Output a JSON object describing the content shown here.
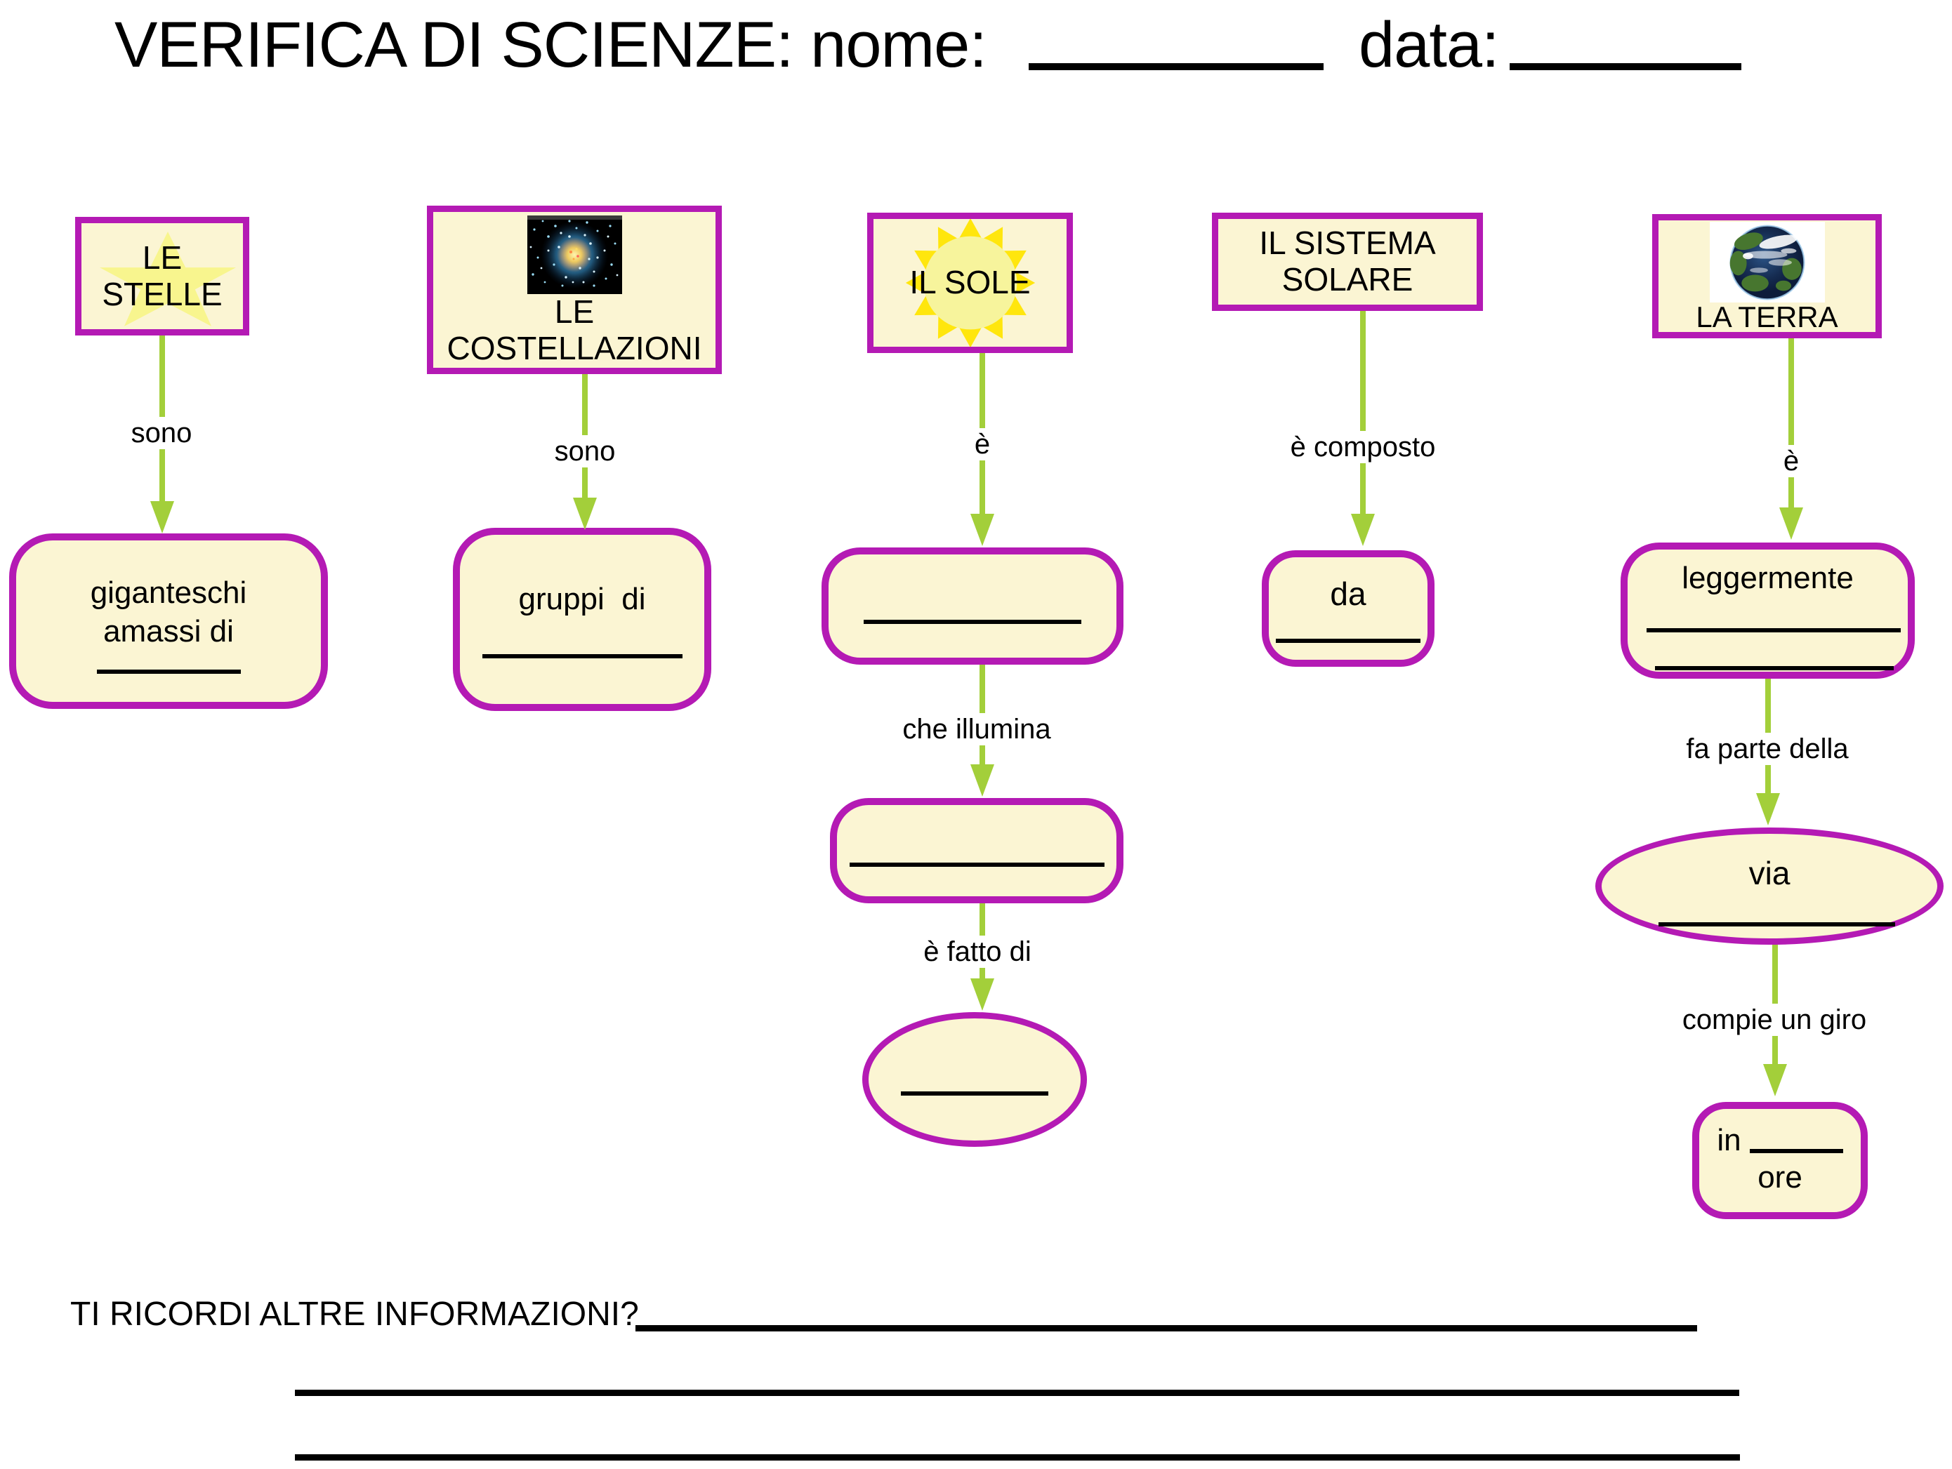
{
  "title": {
    "main": "VERIFICA DI SCIENZE: nome:",
    "data_label": "data:"
  },
  "map": {
    "stelle": {
      "title_line1": "LE",
      "title_line2": "STELLE",
      "relation": "sono",
      "answer_line1": "giganteschi",
      "answer_line2": "amassi di"
    },
    "costellazioni": {
      "title_line1": "LE",
      "title_line2": "COSTELLAZIONI",
      "relation": "sono",
      "answer": "gruppi  di"
    },
    "sole": {
      "title": "IL SOLE",
      "relation_1": "è",
      "relation_2": "che illumina",
      "relation_3": "è fatto di"
    },
    "sistema_solare": {
      "title_line1": "IL SISTEMA",
      "title_line2": "SOLARE",
      "relation": "è composto",
      "answer": "da"
    },
    "terra": {
      "title": "LA TERRA",
      "relation_1": "è",
      "answer_1": "leggermente",
      "relation_2": "fa parte della",
      "answer_2": "via",
      "relation_3": "compie un giro",
      "answer_3_prefix": "in",
      "answer_3_suffix": "ore"
    }
  },
  "footer": {
    "question": "TI RICORDI ALTRE INFORMAZIONI?"
  },
  "icons": {
    "stelle": "star-icon",
    "costellazioni": "star-cluster-image",
    "sole": "sun-icon",
    "terra": "earth-icon"
  },
  "colors": {
    "node_border": "#b41ab4",
    "node_fill": "#fbf5d3",
    "arrow_green": "#a3cf3a",
    "star_yellow": "#f8f58e",
    "sun_ray_yellow": "#ffe60d",
    "text": "#000000"
  }
}
